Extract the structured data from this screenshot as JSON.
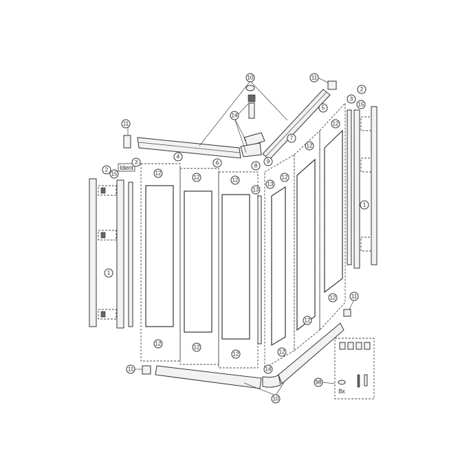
{
  "callouts": [
    "10",
    "11",
    "2",
    "3",
    "15",
    "5",
    "14",
    "11",
    "7",
    "4",
    "6",
    "8",
    "9",
    "3",
    "2",
    "15",
    "12",
    "12",
    "12",
    "12",
    "12",
    "12",
    "13",
    "13",
    "1",
    "1",
    "11",
    "12",
    "12",
    "12",
    "12",
    "12",
    "12",
    "11",
    "14",
    "10",
    "98"
  ],
  "ident_label": "Ident",
  "kit_quantity": "8x"
}
